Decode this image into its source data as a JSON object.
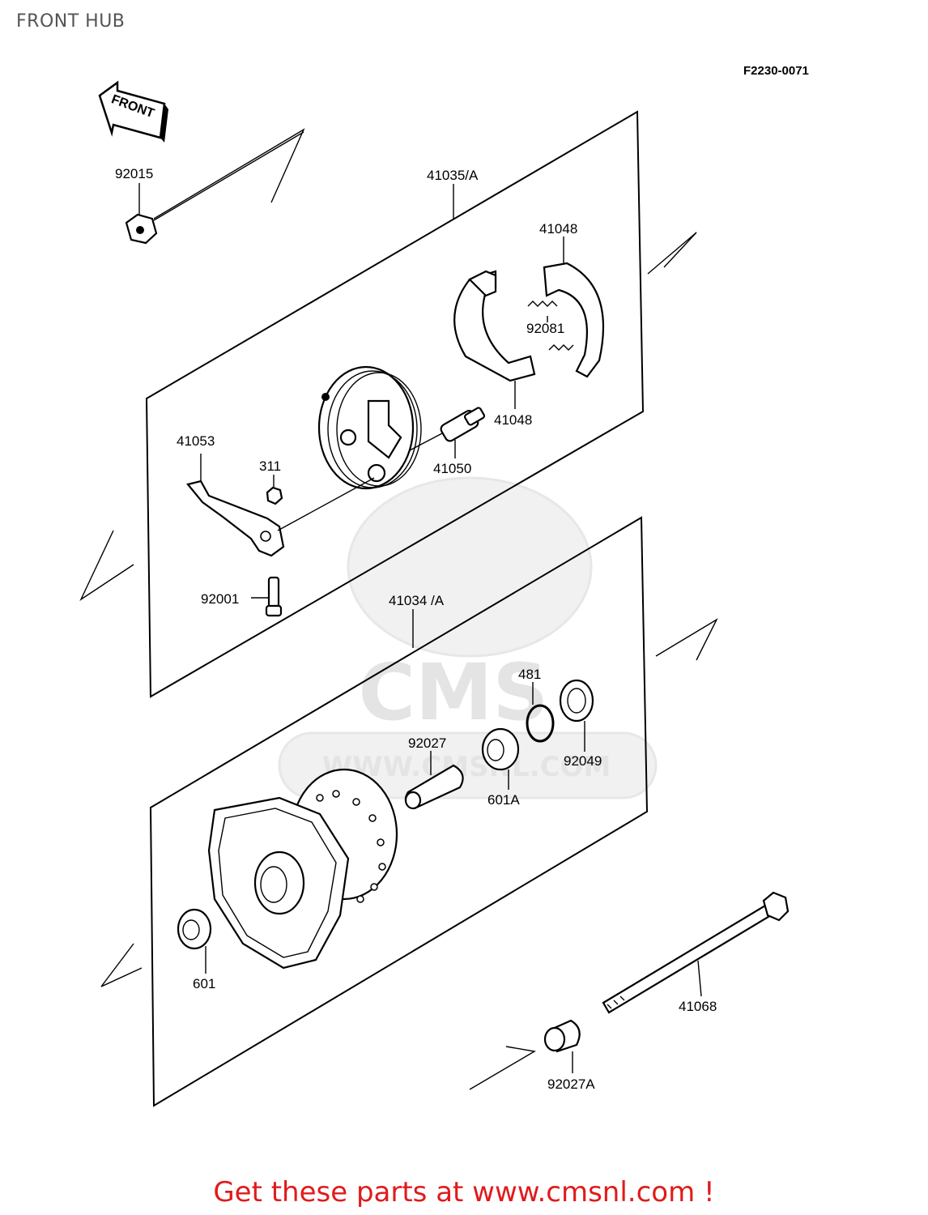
{
  "header": {
    "title": "FRONT HUB"
  },
  "diagram": {
    "ref_code": "F2230-0071",
    "front_arrow_text": "FRONT",
    "watermark": {
      "brand": "CMS",
      "url": "WWW.CMSNL.COM"
    },
    "parts": [
      {
        "id": "92015",
        "label": "92015"
      },
      {
        "id": "41035",
        "label": "41035/A"
      },
      {
        "id": "41048-top",
        "label": "41048"
      },
      {
        "id": "92081",
        "label": "92081"
      },
      {
        "id": "41048-bottom",
        "label": "41048"
      },
      {
        "id": "41053",
        "label": "41053"
      },
      {
        "id": "311",
        "label": "311"
      },
      {
        "id": "41050",
        "label": "41050"
      },
      {
        "id": "92001",
        "label": "92001"
      },
      {
        "id": "41034",
        "label": "41034 /A"
      },
      {
        "id": "481",
        "label": "481"
      },
      {
        "id": "92027",
        "label": "92027"
      },
      {
        "id": "92049",
        "label": "92049"
      },
      {
        "id": "601A",
        "label": "601A"
      },
      {
        "id": "601",
        "label": "601"
      },
      {
        "id": "41068",
        "label": "41068"
      },
      {
        "id": "92027A",
        "label": "92027A"
      }
    ]
  },
  "footer": {
    "text": "Get these parts at www.cmsnl.com !"
  }
}
